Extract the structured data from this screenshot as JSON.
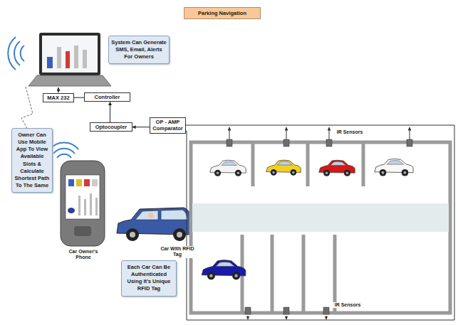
{
  "diagram": {
    "title": "Parking Navigation",
    "nodes": [
      {
        "text": [
          "System Can Generate SMS, Email, Alerts For Owners"
        ]
      },
      {
        "text": [
          "MAX 232"
        ]
      },
      {
        "text": [
          "Controller"
        ]
      },
      {
        "text": [
          "Optocoupler"
        ]
      },
      {
        "text": [
          "OP - AMP Comparator"
        ]
      },
      {
        "text": [
          "Owner Can Use Mobile App To View Available Slots & Calculate Shortest Path To The Same"
        ]
      },
      {
        "text": [
          "Each Car Can Be Authenticated Using It's Unique RFID Tag"
        ]
      }
    ],
    "edges": [
      {
        "from": 1,
        "to": 2,
        "arrow": "none"
      },
      {
        "from": 3,
        "to": 2,
        "arrow": "to"
      },
      {
        "from": 4,
        "to": 3,
        "arrow": "to"
      }
    ],
    "labels": [
      "IR Sensors",
      "Car Owner's Phone",
      "Car With RFID Tag",
      "IR Sensors"
    ]
  }
}
